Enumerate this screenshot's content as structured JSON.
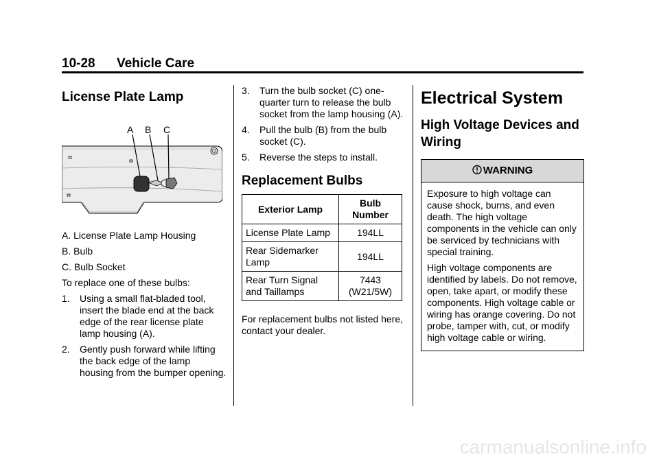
{
  "header": {
    "page": "10-28",
    "section": "Vehicle Care"
  },
  "col1": {
    "title": "License Plate Lamp",
    "figure_letters": [
      "A",
      "B",
      "C"
    ],
    "legend": [
      "A.   License Plate Lamp Housing",
      "B.   Bulb",
      "C.   Bulb Socket"
    ],
    "intro": "To replace one of these bulbs:",
    "step1": {
      "num": "1.",
      "text": "Using a small flat-bladed tool, insert the blade end at the back edge of the rear license plate lamp housing (A)."
    },
    "step2": {
      "num": "2.",
      "text": "Gently push forward while lifting the back edge of the lamp housing from the bumper opening."
    }
  },
  "col2": {
    "step3": {
      "num": "3.",
      "text": "Turn the bulb socket (C) one-quarter turn to release the bulb socket from the lamp housing (A)."
    },
    "step4": {
      "num": "4.",
      "text": "Pull the bulb (B) from the bulb socket (C)."
    },
    "step5": {
      "num": "5.",
      "text": "Reverse the steps to install."
    },
    "title": "Replacement Bulbs",
    "table": {
      "head": [
        "Exterior Lamp",
        "Bulb Number"
      ],
      "rows": [
        [
          "License Plate Lamp",
          "194LL"
        ],
        [
          "Rear Sidemarker Lamp",
          "194LL"
        ],
        [
          "Rear Turn Signal and Taillamps",
          "7443 (W21/5W)"
        ]
      ]
    },
    "note": "For replacement bulbs not listed here, contact your dealer."
  },
  "col3": {
    "title": "Electrical System",
    "subtitle": "High Voltage Devices and Wiring",
    "warning": {
      "label": "WARNING",
      "p1": "Exposure to high voltage can cause shock, burns, and even death. The high voltage components in the vehicle can only be serviced by technicians with special training.",
      "p2": "High voltage components are identified by labels. Do not remove, open, take apart, or modify these components. High voltage cable or wiring has orange covering. Do not probe, tamper with, cut, or modify high voltage cable or wiring."
    }
  },
  "watermark": "carmanualsonline.info"
}
